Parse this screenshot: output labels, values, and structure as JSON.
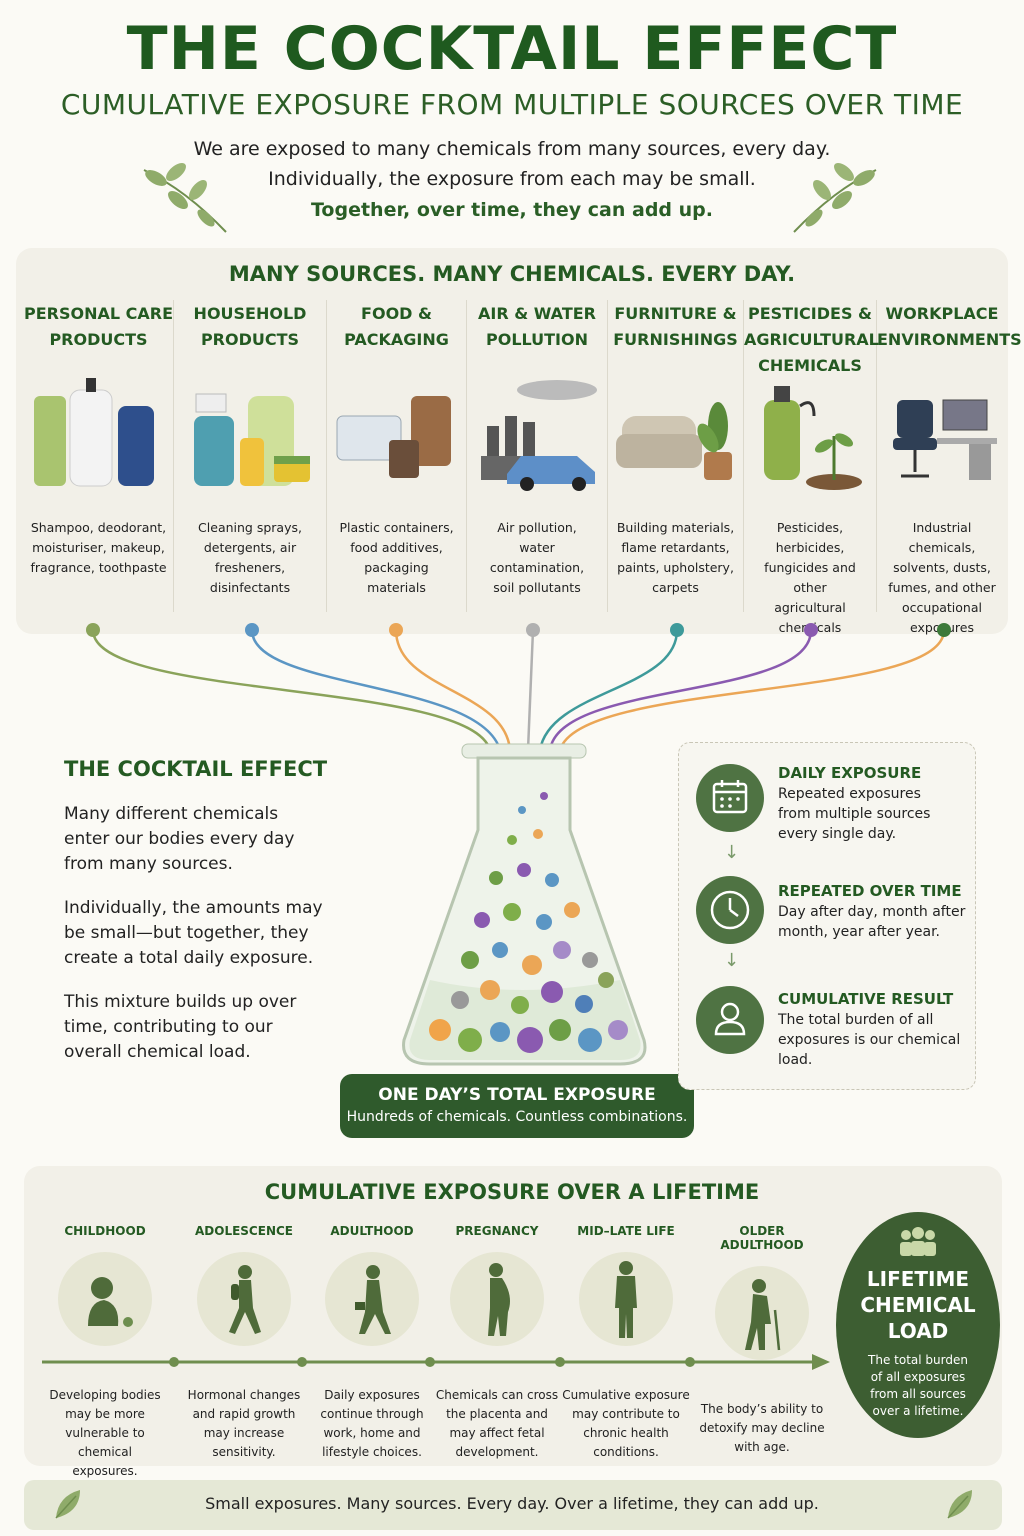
{
  "header": {
    "title": "THE COCKTAIL EFFECT",
    "subtitle": "CUMULATIVE EXPOSURE FROM MULTIPLE SOURCES OVER TIME",
    "intro_line1": "We are exposed to many chemicals from many sources, every day.",
    "intro_line2": "Individually, the exposure from each may be small.",
    "intro_line3": "Together, over time, they can add up."
  },
  "sources": {
    "heading": "MANY SOURCES. MANY CHEMICALS. EVERY DAY.",
    "items": [
      {
        "title1": "PERSONAL CARE",
        "title2": "PRODUCTS",
        "title3": "",
        "d1": "Shampoo, deodorant,",
        "d2": "moisturiser, makeup,",
        "d3": "fragrance, toothpaste",
        "d4": "",
        "d5": "",
        "dot": "#8aa35a"
      },
      {
        "title1": "HOUSEHOLD",
        "title2": "PRODUCTS",
        "title3": "",
        "d1": "Cleaning sprays,",
        "d2": "detergents, air",
        "d3": "fresheners,",
        "d4": "disinfectants",
        "d5": "",
        "dot": "#5b96c4"
      },
      {
        "title1": "FOOD &",
        "title2": "PACKAGING",
        "title3": "",
        "d1": "Plastic containers,",
        "d2": "food additives,",
        "d3": "packaging",
        "d4": "materials",
        "d5": "",
        "dot": "#eba656"
      },
      {
        "title1": "AIR & WATER",
        "title2": "POLLUTION",
        "title3": "",
        "d1": "Air pollution,",
        "d2": "water contamination,",
        "d3": "soil pollutants",
        "d4": "",
        "d5": "",
        "dot": "#b0b0b0"
      },
      {
        "title1": "FURNITURE &",
        "title2": "FURNISHINGS",
        "title3": "",
        "d1": "Building materials,",
        "d2": "flame retardants,",
        "d3": "paints, upholstery,",
        "d4": "carpets",
        "d5": "",
        "dot": "#3e9a9a"
      },
      {
        "title1": "PESTICIDES &",
        "title2": "AGRICULTURAL",
        "title3": "CHEMICALS",
        "d1": "Pesticides, herbicides,",
        "d2": "fungicides and other",
        "d3": "agricultural",
        "d4": "chemicals",
        "d5": "",
        "dot": "#8a5ab0"
      },
      {
        "title1": "WORKPLACE",
        "title2": "ENVIRONMENTS",
        "title3": "",
        "d1": "Industrial chemicals,",
        "d2": "solvents, dusts,",
        "d3": "fumes, and other",
        "d4": "occupational",
        "d5": "exposures",
        "dot": "#3d7a3a"
      }
    ]
  },
  "cocktail": {
    "heading": "THE COCKTAIL EFFECT",
    "p1_l1": "Many different chemicals",
    "p1_l2": "enter our bodies every day",
    "p1_l3": "from many sources.",
    "p2_l1": "Individually, the amounts may",
    "p2_l2": "be small—but together, they",
    "p2_l3": "create a total daily exposure.",
    "p3_l1": "This mixture builds up over",
    "p3_l2": "time, contributing to our",
    "p3_l3": "overall chemical load.",
    "badge_title": "ONE DAY’S TOTAL EXPOSURE",
    "badge_sub": "Hundreds of chemicals. Countless combinations."
  },
  "steps": [
    {
      "title": "DAILY EXPOSURE",
      "l1": "Repeated exposures",
      "l2": "from multiple sources",
      "l3": "every single day.",
      "icon": "calendar-icon"
    },
    {
      "title": "REPEATED OVER TIME",
      "l1": "Day after day, month after",
      "l2": "month, year after year.",
      "l3": "",
      "icon": "clock-icon"
    },
    {
      "title": "CUMULATIVE RESULT",
      "l1": "The total burden of all",
      "l2": "exposures is our chemical",
      "l3": "load.",
      "icon": "person-icon"
    }
  ],
  "lifetime": {
    "heading": "CUMULATIVE EXPOSURE OVER A LIFETIME",
    "stages": [
      {
        "label": "CHILDHOOD",
        "l1": "Developing bodies",
        "l2": "may be more",
        "l3": "vulnerable to",
        "l4": "chemical exposures."
      },
      {
        "label": "ADOLESCENCE",
        "l1": "Hormonal changes",
        "l2": "and rapid growth",
        "l3": "may increase",
        "l4": "sensitivity."
      },
      {
        "label": "ADULTHOOD",
        "l1": "Daily exposures",
        "l2": "continue through",
        "l3": "work, home and",
        "l4": "lifestyle choices."
      },
      {
        "label": "PREGNANCY",
        "l1": "Chemicals can cross",
        "l2": "the placenta and",
        "l3": "may affect fetal",
        "l4": "development."
      },
      {
        "label": "MID–LATE LIFE",
        "l1": "Cumulative exposure",
        "l2": "may contribute to",
        "l3": "chronic health",
        "l4": "conditions."
      },
      {
        "label": "OLDER ADULTHOOD",
        "l1": "The body’s ability to",
        "l2": "detoxify may decline",
        "l3": "with age.",
        "l4": ""
      }
    ],
    "load_l1": "LIFETIME",
    "load_l2": "CHEMICAL",
    "load_l3": "LOAD",
    "load_t1": "The total burden",
    "load_t2": "of all exposures",
    "load_t3": "from all sources",
    "load_t4": "over a lifetime."
  },
  "footer": {
    "text": "Small exposures. Many sources. Every day. Over a lifetime, they can add up."
  },
  "colors": {
    "brand_green": "#245a22",
    "panel": "#f2f0e8",
    "dark_badge": "#2f5a2c"
  }
}
